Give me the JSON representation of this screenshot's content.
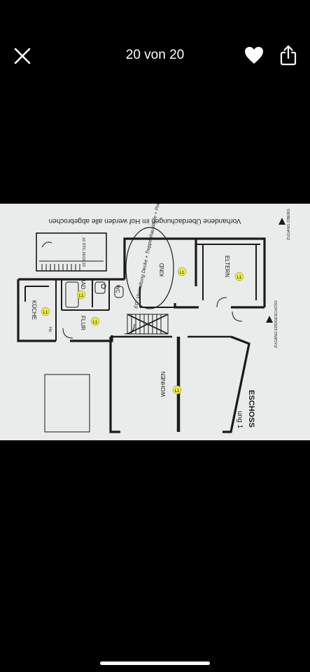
{
  "viewer": {
    "counter": "20 von 20",
    "icons": {
      "close": "close-icon",
      "favorite": "heart-icon",
      "share": "share-icon"
    }
  },
  "plan": {
    "top_note": "Vorhandene Überdachungen im Hof werden alle abgebrochen",
    "stair_note": "16 STG 26/18,33",
    "handwritten_note": "EG: Vermaltung Decke + Treppenhausläufe + Podeste F 30",
    "rooms": {
      "kitchen": "KÜCHE",
      "bath": "BAD",
      "hall": "FLUR",
      "wc": "WC",
      "child": "KIND",
      "parents": "ELTERN",
      "living": "WOHNEN",
      "hs": "Hs"
    },
    "markers": [
      "L1",
      "L1",
      "L1",
      "L1",
      "L1",
      "L1"
    ],
    "entrance_left": "ZUGANG ERDGESCHOSS",
    "entrance_right": "ZUGANG OBERG",
    "title_partial": "ESCHOSS",
    "subtitle_partial": "ung 1"
  },
  "colors": {
    "background": "#000000",
    "paper": "#e9ecea",
    "wall": "#1b1b1b",
    "marker": "#e8e84a"
  }
}
